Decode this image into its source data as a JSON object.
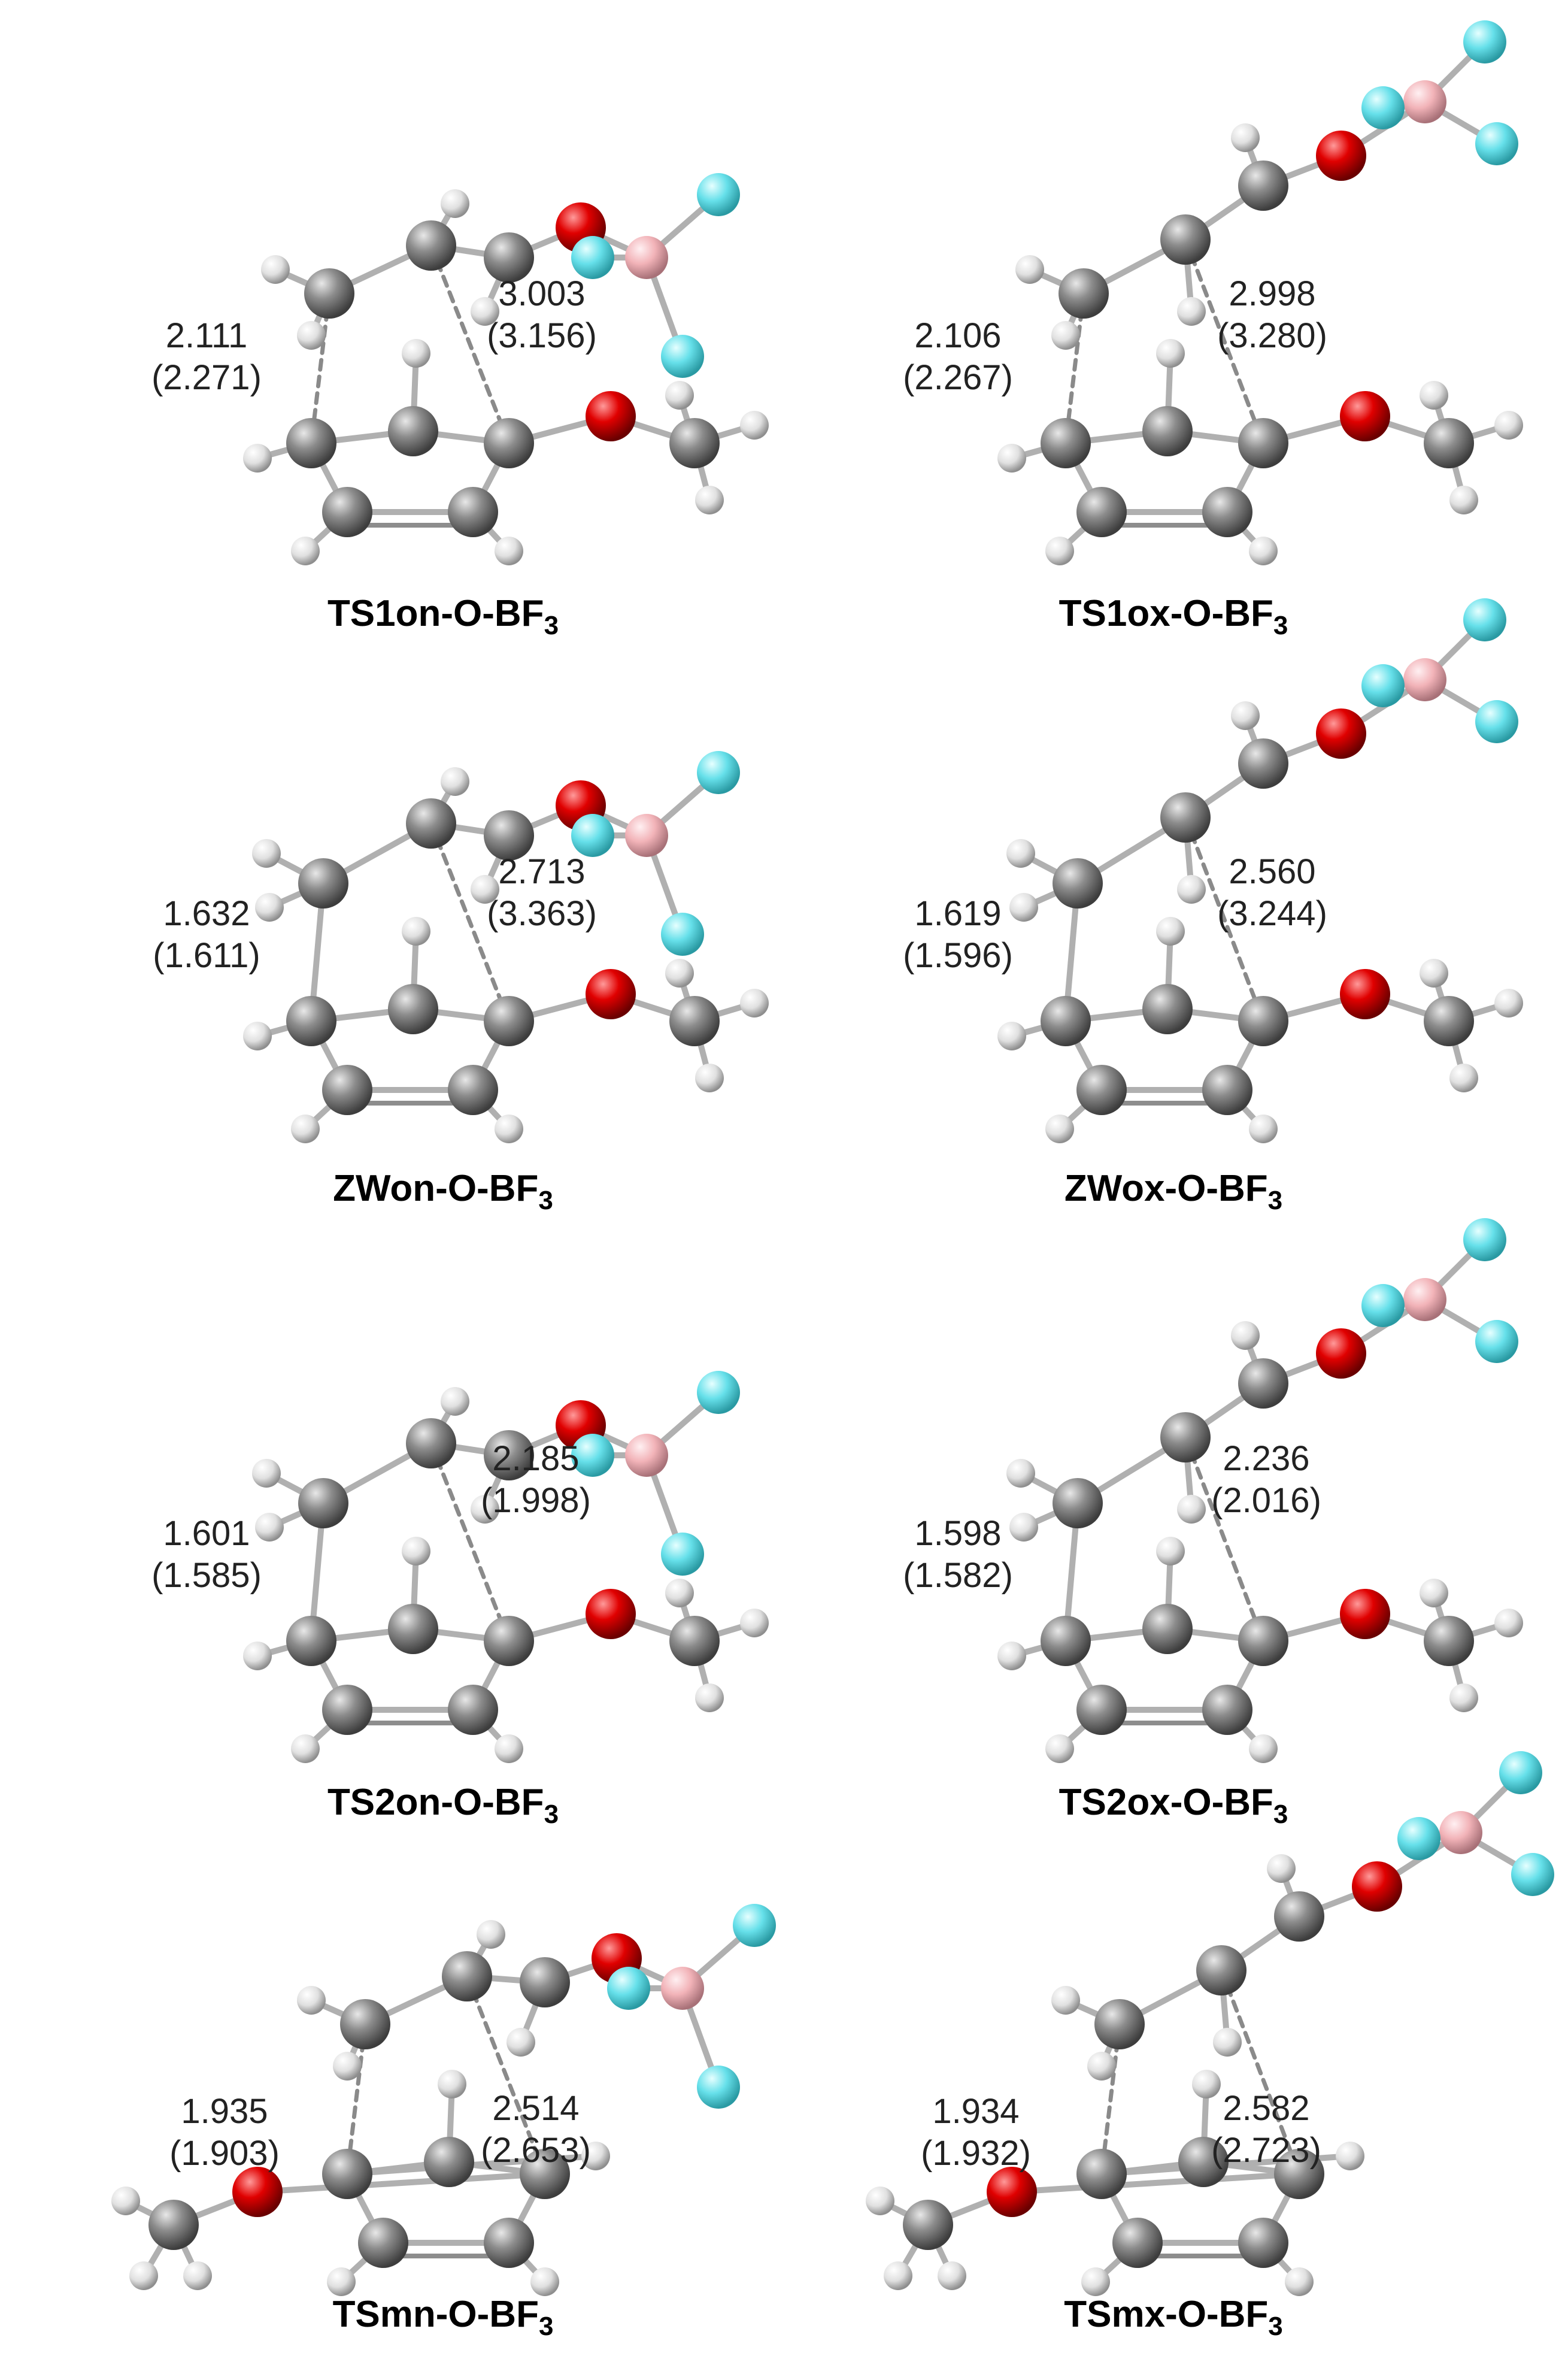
{
  "panels": [
    {
      "label_main": "TS1on-O-BF",
      "label_sub": "3",
      "left_distance": "2.111",
      "left_distance_alt": "(2.271)",
      "right_distance": "3.003",
      "right_distance_alt": "(3.156)"
    },
    {
      "label_main": "TS1ox-O-BF",
      "label_sub": "3",
      "left_distance": "2.106",
      "left_distance_alt": "(2.267)",
      "right_distance": "2.998",
      "right_distance_alt": "(3.280)"
    },
    {
      "label_main": "ZWon-O-BF",
      "label_sub": "3",
      "left_distance": "1.632",
      "left_distance_alt": "(1.611)",
      "right_distance": "2.713",
      "right_distance_alt": "(3.363)"
    },
    {
      "label_main": "ZWox-O-BF",
      "label_sub": "3",
      "left_distance": "1.619",
      "left_distance_alt": "(1.596)",
      "right_distance": "2.560",
      "right_distance_alt": "(3.244)"
    },
    {
      "label_main": "TS2on-O-BF",
      "label_sub": "3",
      "left_distance": "1.601",
      "left_distance_alt": "(1.585)",
      "right_distance": "2.185",
      "right_distance_alt": "(1.998)"
    },
    {
      "label_main": "TS2ox-O-BF",
      "label_sub": "3",
      "left_distance": "1.598",
      "left_distance_alt": "(1.582)",
      "right_distance": "2.236",
      "right_distance_alt": "(2.016)"
    },
    {
      "label_main": "TSmn-O-BF",
      "label_sub": "3",
      "left_distance": "1.935",
      "left_distance_alt": "(1.903)",
      "right_distance": "2.514",
      "right_distance_alt": "(2.653)"
    },
    {
      "label_main": "TSmx-O-BF",
      "label_sub": "3",
      "left_distance": "1.934",
      "left_distance_alt": "(1.932)",
      "right_distance": "2.582",
      "right_distance_alt": "(2.723)"
    }
  ],
  "colors": {
    "carbon": "#8c8c8c",
    "hydrogen": "#e6e6e6",
    "oxygen": "#e00000",
    "boron": "#f2b3b8",
    "fluorine": "#66e0ea",
    "bond": "#b0b0b0"
  }
}
